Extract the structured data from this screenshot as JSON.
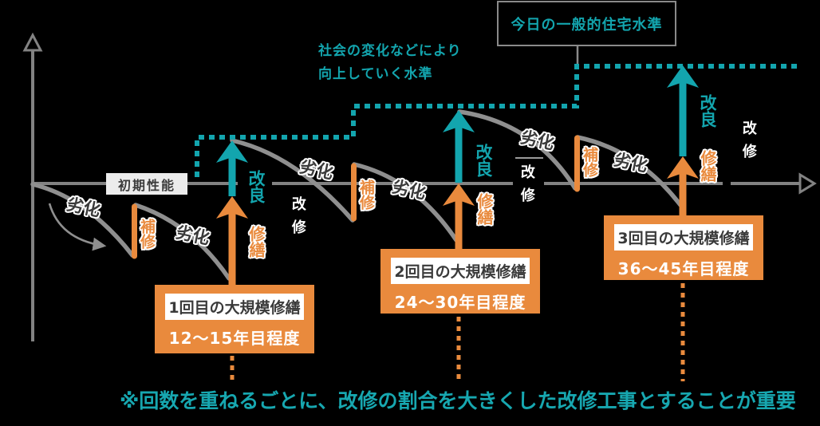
{
  "colors": {
    "teal": "#13A5AE",
    "orange": "#E98A3D",
    "line_gray": "#828282",
    "curve_gray": "#8F8F8F",
    "dark_text": "#3A3A3A",
    "white": "#FFFFFF",
    "baseline_box_bg": "#ECECEC",
    "background": "#000000"
  },
  "top_box": {
    "label": "今日の一般的住宅水準"
  },
  "rising_standard_note": {
    "line1": "社会の変化などにより",
    "line2": "向上していく水準"
  },
  "baseline_label": "初期性能",
  "labels": {
    "deterioration": "劣化",
    "patch_repair": "補修",
    "major_repair": "修繕",
    "improvement": "改良",
    "renovation": "改修"
  },
  "cycles": [
    {
      "title": "1回目の大規模修繕",
      "period": "12〜15年目程度"
    },
    {
      "title": "2回目の大規模修繕",
      "period": "24〜30年目程度"
    },
    {
      "title": "3回目の大規模修繕",
      "period": "36〜45年目程度"
    }
  ],
  "footnote": "※回数を重ねるごとに、改修の割合を大きくした改修工事とすることが重要"
}
